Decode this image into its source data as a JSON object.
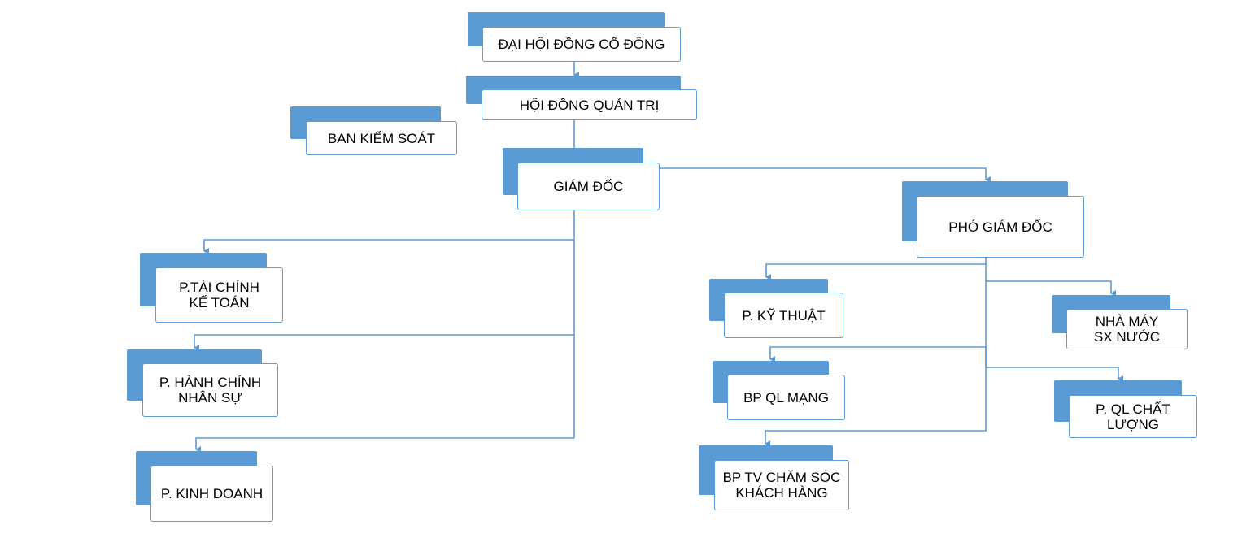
{
  "colors": {
    "accent": "#5b9bd5",
    "line": "#5b9bd5",
    "card_bg": "#ffffff",
    "text": "#000000"
  },
  "nodes": [
    {
      "id": "dai-hoi-dong-co-dong",
      "label": "ĐẠI HỘI ĐỒNG CỔ ĐÔNG"
    },
    {
      "id": "hoi-dong-quan-tri",
      "label": "HỘI ĐỒNG QUẢN TRỊ"
    },
    {
      "id": "ban-kiem-soat",
      "label": "BAN KIỂM SOÁT"
    },
    {
      "id": "giam-doc",
      "label": "GIÁM ĐỐC"
    },
    {
      "id": "pho-giam-doc",
      "label": "PHÓ GIÁM ĐỐC"
    },
    {
      "id": "p-tai-chinh-ke-toan",
      "label": "P.TÀI CHÍNH\nKẾ TOÁN"
    },
    {
      "id": "p-hanh-chinh-nhan-su",
      "label": "P. HÀNH CHÍNH\nNHÂN SỰ"
    },
    {
      "id": "p-kinh-doanh",
      "label": "P. KINH DOANH"
    },
    {
      "id": "p-ky-thuat",
      "label": "P. KỸ THUẬT"
    },
    {
      "id": "bp-ql-mang",
      "label": "BP QL MẠNG"
    },
    {
      "id": "bp-tv-cham-soc-khach-hang",
      "label": "BP TV CHĂM SÓC\nKHÁCH HÀNG"
    },
    {
      "id": "nha-may-sx-nuoc",
      "label": "NHÀ MÁY\nSX NƯỚC"
    },
    {
      "id": "p-ql-chat-luong",
      "label": "P. QL CHẤT\nLƯỢNG"
    }
  ],
  "edges": [
    {
      "from": "dai-hoi-dong-co-dong",
      "to": "hoi-dong-quan-tri"
    },
    {
      "from": "hoi-dong-quan-tri",
      "to": "giam-doc"
    },
    {
      "from": "giam-doc",
      "to": "pho-giam-doc"
    },
    {
      "from": "giam-doc",
      "to": "p-tai-chinh-ke-toan"
    },
    {
      "from": "giam-doc",
      "to": "p-hanh-chinh-nhan-su"
    },
    {
      "from": "giam-doc",
      "to": "p-kinh-doanh"
    },
    {
      "from": "pho-giam-doc",
      "to": "p-ky-thuat"
    },
    {
      "from": "pho-giam-doc",
      "to": "bp-ql-mang"
    },
    {
      "from": "pho-giam-doc",
      "to": "bp-tv-cham-soc-khach-hang"
    },
    {
      "from": "pho-giam-doc",
      "to": "nha-may-sx-nuoc"
    },
    {
      "from": "pho-giam-doc",
      "to": "p-ql-chat-luong"
    }
  ]
}
